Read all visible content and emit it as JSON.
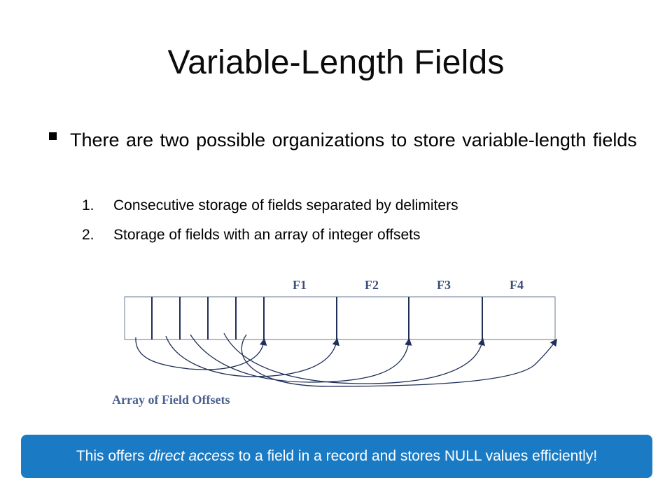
{
  "slide": {
    "title": "Variable-Length Fields",
    "bullet": "There are two possible organizations to store variable-length fields",
    "items": [
      {
        "num": "1.",
        "text": "Consecutive storage of fields separated by delimiters"
      },
      {
        "num": "2.",
        "text": "Storage of fields with an array of integer offsets"
      }
    ]
  },
  "diagram": {
    "field_labels": [
      "F1",
      "F2",
      "F3",
      "F4"
    ],
    "offset_slot_count": 5,
    "caption": "Array of Field Offsets",
    "line_color": "#1f2f57"
  },
  "callout": {
    "before": "This offers ",
    "emphasis": "direct access",
    "after": " to a field in a record and stores NULL values efficiently!",
    "background": "#1a7bc4"
  }
}
